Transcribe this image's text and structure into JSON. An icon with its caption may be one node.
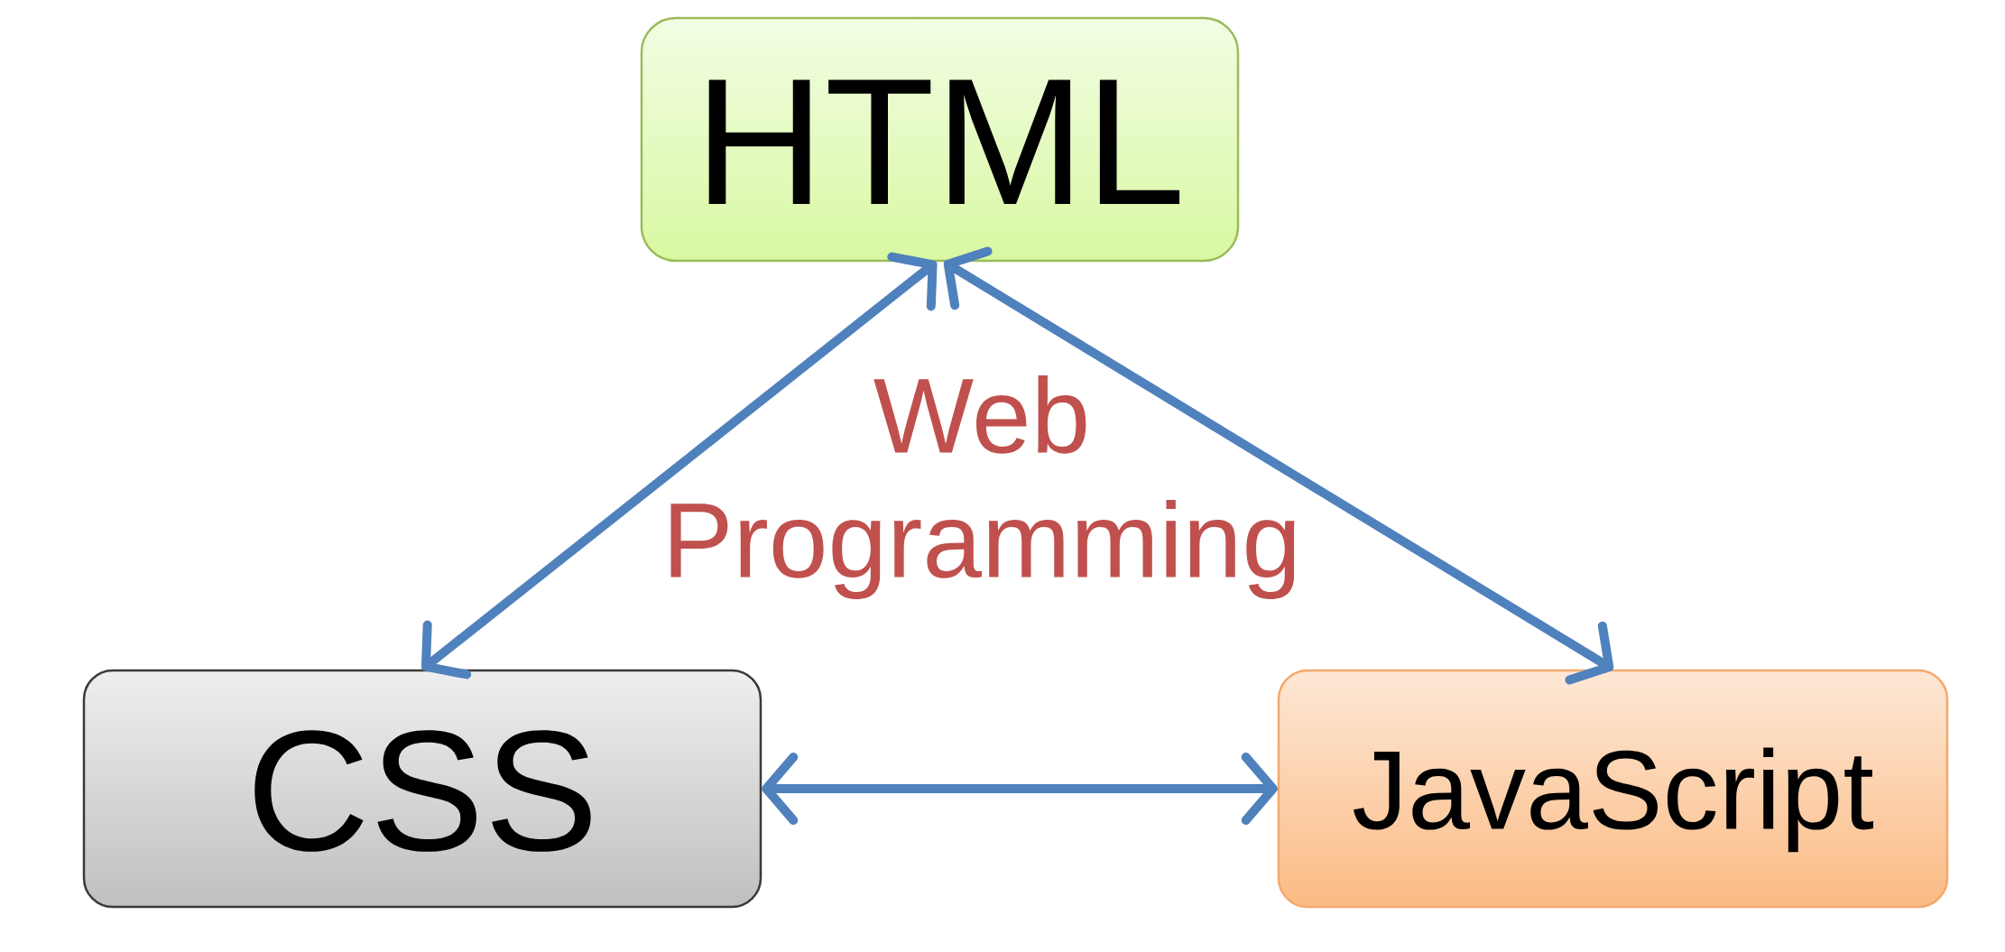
{
  "diagram": {
    "nodes": [
      {
        "text": [
          "HTML"
        ]
      },
      {
        "text": [
          "CSS"
        ]
      },
      {
        "text": [
          "JavaScript"
        ]
      }
    ],
    "edges": [
      {
        "from": 0,
        "to": 1,
        "arrow": "both"
      },
      {
        "from": 0,
        "to": 2,
        "arrow": "both"
      },
      {
        "from": 1,
        "to": 2,
        "arrow": "both"
      }
    ],
    "labels": [
      "Web Programming"
    ]
  }
}
